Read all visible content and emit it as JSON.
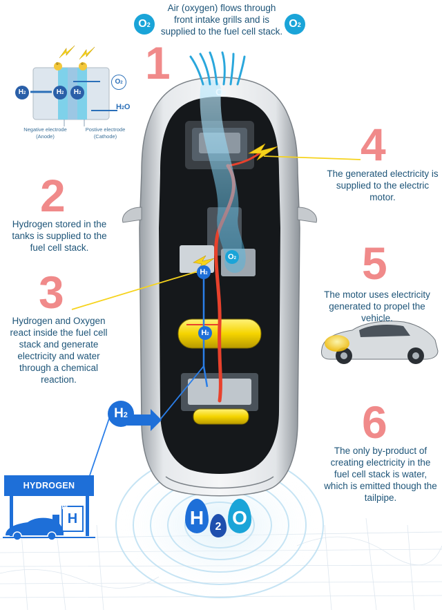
{
  "steps": [
    {
      "number": "1",
      "text": "Air (oxygen) flows through front intake grills and is supplied to the fuel cell stack."
    },
    {
      "number": "2",
      "text": "Hydrogen stored in the tanks is supplied to the fuel cell stack."
    },
    {
      "number": "3",
      "text": "Hydrogen and Oxygen react inside the fuel cell stack and generate electricity and water through a chemical reaction."
    },
    {
      "number": "4",
      "text": "The generated electricity is supplied to the electric motor."
    },
    {
      "number": "5",
      "text": "The motor uses electricity generated to propel the vehicle."
    },
    {
      "number": "6",
      "text": "The only by-product of creating electricity in the fuel cell stack is water, which is emitted though the tailpipe."
    }
  ],
  "fuel_cell_diagram": {
    "negative_label": "Negative electrode",
    "negative_sub": "(Anode)",
    "positive_label": "Postive electrode",
    "positive_sub": "(Cathode)",
    "h2": "H",
    "o2": "O",
    "subscript_2": "2",
    "water": [
      "H",
      "2",
      "O"
    ],
    "electron": "e-"
  },
  "station": {
    "title": "HYDROGEN STATION",
    "pump_letter": "H"
  },
  "symbols": {
    "o2_main": "O",
    "o2_sub": "2",
    "h2_main": "H",
    "h2_sub": "2",
    "water": [
      "H",
      "2",
      "O"
    ]
  },
  "colors": {
    "step_number": "#f08a8a",
    "step_text": "#1d5478",
    "oxygen_blue": "#1aa4d8",
    "hydrogen_blue": "#1e6fd8",
    "power_red": "#e8412c",
    "tank_yellow": "#f5d400",
    "electric_yellow": "#f6d31c"
  }
}
